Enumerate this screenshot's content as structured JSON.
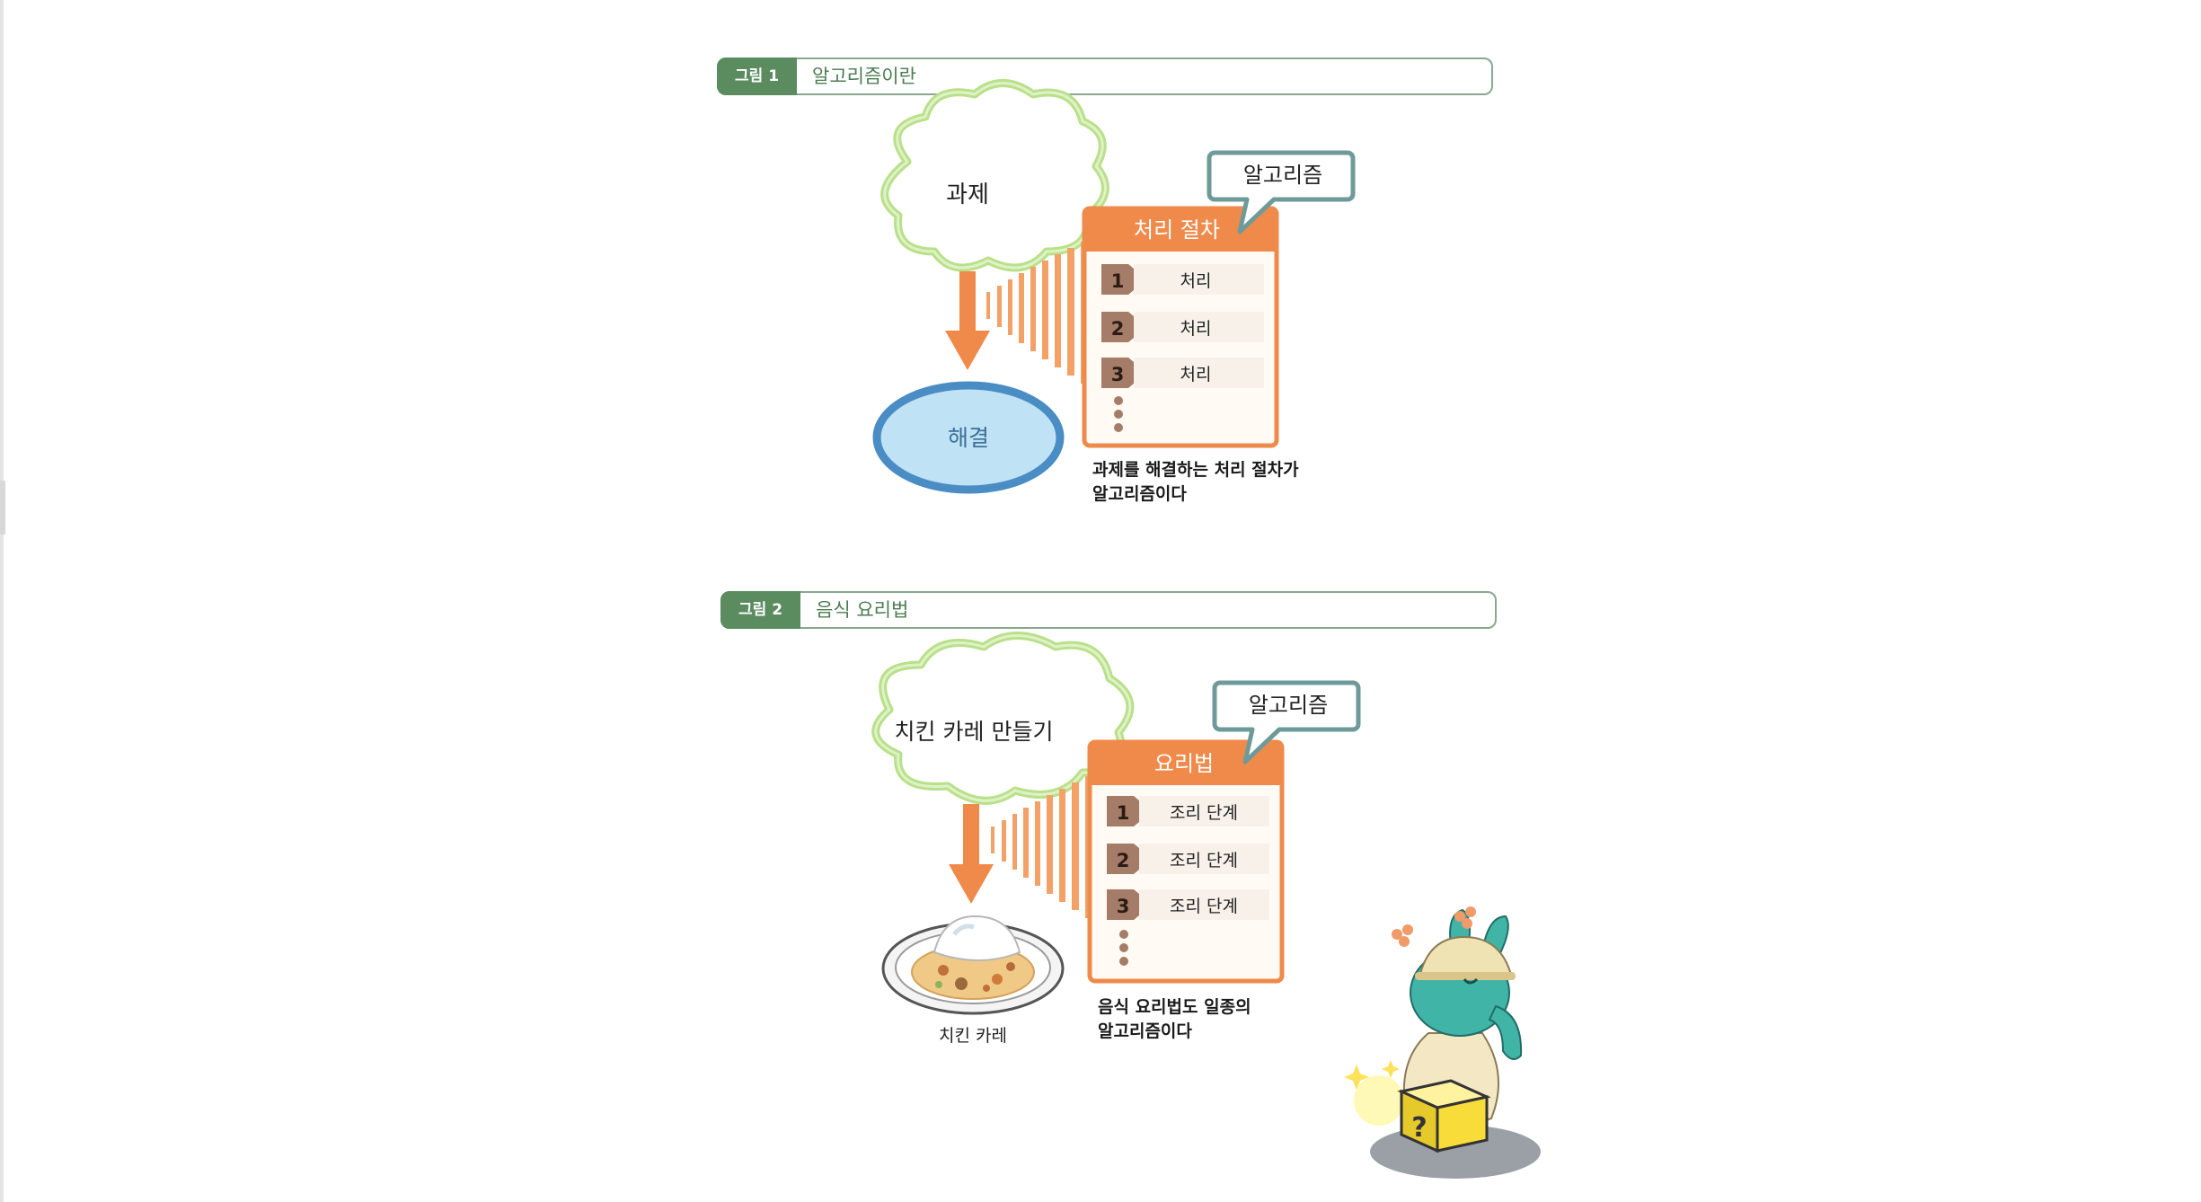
{
  "figure1": {
    "tag": "그림 1",
    "title": "알고리즘이란",
    "task_label": "과제",
    "solution_label": "해결",
    "algorithm_bubble": "알고리즘",
    "procedure_title": "처리 절차",
    "steps": [
      {
        "num": "1",
        "text": "처리"
      },
      {
        "num": "2",
        "text": "처리"
      },
      {
        "num": "3",
        "text": "처리"
      }
    ],
    "caption_line1": "과제를 해결하는 처리 절차가",
    "caption_line2": "알고리즘이다"
  },
  "figure2": {
    "tag": "그림 2",
    "title": "음식 요리법",
    "task_label": "치킨 카레 만들기",
    "dish_label": "치킨 카레",
    "algorithm_bubble": "알고리즘",
    "procedure_title": "요리법",
    "steps": [
      {
        "num": "1",
        "text": "조리 단계"
      },
      {
        "num": "2",
        "text": "조리 단계"
      },
      {
        "num": "3",
        "text": "조리 단계"
      }
    ],
    "caption_line1": "음식 요리법도 일종의",
    "caption_line2": "알고리즘이다",
    "mascot_box_glyph": "?"
  },
  "colors": {
    "header_green": "#5a8c5f",
    "cloud_green": "#b9e08a",
    "ellipse_blue": "#4a8cc4",
    "ellipse_fill": "#bfe2f4",
    "procedure_orange": "#ef8a4a",
    "step_brown": "#a57c68",
    "bubble_border": "#6f9a9a"
  }
}
